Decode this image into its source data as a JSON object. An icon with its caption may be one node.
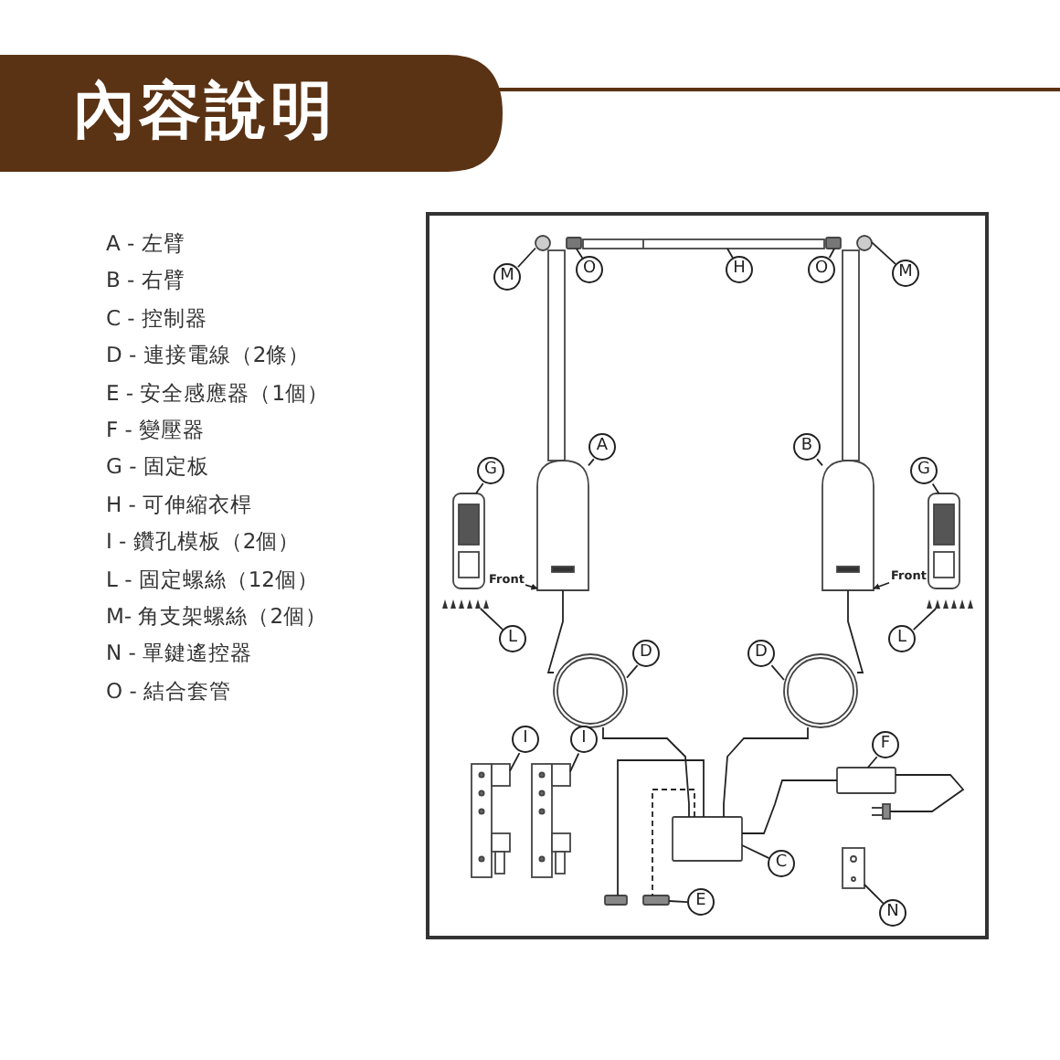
{
  "diagram": {
    "title": "內容說明",
    "nodes": [
      {
        "text": [
          "M"
        ]
      },
      {
        "text": [
          "O"
        ]
      },
      {
        "text": [
          "H"
        ]
      },
      {
        "text": [
          "O"
        ]
      },
      {
        "text": [
          "M"
        ]
      },
      {
        "text": [
          "A"
        ]
      },
      {
        "text": [
          "G"
        ]
      },
      {
        "text": [
          "B"
        ]
      },
      {
        "text": [
          "G"
        ]
      },
      {
        "text": [
          "Front"
        ]
      },
      {
        "text": [
          "Front"
        ]
      },
      {
        "text": [
          "L"
        ]
      },
      {
        "text": [
          "L"
        ]
      },
      {
        "text": [
          "D"
        ]
      },
      {
        "text": [
          "D"
        ]
      },
      {
        "text": [
          "I"
        ]
      },
      {
        "text": [
          "I"
        ]
      },
      {
        "text": [
          "F"
        ]
      },
      {
        "text": [
          "C"
        ]
      },
      {
        "text": [
          "E"
        ]
      },
      {
        "text": [
          "N"
        ]
      },
      {
        "text": [],
        "shape": "circle"
      },
      {
        "text": [],
        "shape": "box"
      },
      {
        "text": [],
        "shape": "bar"
      },
      {
        "text": [],
        "shape": "box"
      },
      {
        "text": [],
        "shape": "circle"
      },
      {
        "text": [],
        "shape": "picture"
      },
      {
        "text": [],
        "shape": "picture"
      },
      {
        "text": [],
        "shape": "picture"
      },
      {
        "text": [],
        "shape": "picture"
      },
      {
        "text": [],
        "shape": "picture"
      },
      {
        "text": [],
        "shape": "picture"
      },
      {
        "text": [],
        "shape": "picture"
      },
      {
        "text": [],
        "shape": "picture"
      },
      {
        "text": [],
        "shape": "picture"
      },
      {
        "text": [],
        "shape": "picture"
      },
      {
        "text": [],
        "shape": "box"
      },
      {
        "text": [],
        "shape": "box"
      },
      {
        "text": [],
        "shape": "box"
      },
      {
        "text": [],
        "shape": "picture"
      },
      {
        "text": [],
        "shape": "box"
      },
      {
        "text": [],
        "shape": "picture"
      }
    ],
    "edges": [
      {
        "from": 0,
        "to": 21,
        "arrow": "none"
      },
      {
        "from": 1,
        "to": 22,
        "arrow": "none"
      },
      {
        "from": 2,
        "to": 23,
        "arrow": "none"
      },
      {
        "from": 3,
        "to": 24,
        "arrow": "none"
      },
      {
        "from": 4,
        "to": 25,
        "arrow": "none"
      },
      {
        "from": 5,
        "to": 26,
        "arrow": "none"
      },
      {
        "from": 6,
        "to": 27,
        "arrow": "none"
      },
      {
        "from": 7,
        "to": 28,
        "arrow": "none"
      },
      {
        "from": 8,
        "to": 29,
        "arrow": "none"
      },
      {
        "from": 9,
        "to": 26,
        "arrow": "to"
      },
      {
        "from": 10,
        "to": 28,
        "arrow": "to"
      },
      {
        "from": 11,
        "to": 30,
        "arrow": "none"
      },
      {
        "from": 12,
        "to": 31,
        "arrow": "none"
      },
      {
        "from": 13,
        "to": 32,
        "arrow": "none"
      },
      {
        "from": 14,
        "to": 33,
        "arrow": "none"
      },
      {
        "from": 15,
        "to": 34,
        "arrow": "none"
      },
      {
        "from": 16,
        "to": 35,
        "arrow": "none"
      },
      {
        "from": 17,
        "to": 36,
        "arrow": "none"
      },
      {
        "from": 18,
        "to": 37,
        "arrow": "none"
      },
      {
        "from": 19,
        "to": 38,
        "arrow": "none"
      },
      {
        "from": 20,
        "to": 39,
        "arrow": "none"
      },
      {
        "from": 26,
        "to": 32,
        "arrow": "none"
      },
      {
        "from": 32,
        "to": 37,
        "arrow": "none"
      },
      {
        "from": 28,
        "to": 33,
        "arrow": "none"
      },
      {
        "from": 33,
        "to": 37,
        "arrow": "none"
      },
      {
        "from": 36,
        "to": 37,
        "arrow": "none"
      },
      {
        "from": 36,
        "to": 41,
        "arrow": "none"
      },
      {
        "from": 37,
        "to": 38,
        "arrow": "none",
        "style": "dashed"
      },
      {
        "from": 37,
        "to": 40,
        "arrow": "none"
      }
    ],
    "labels": [
      "A - 左臂",
      "B - 右臂",
      "C - 控制器",
      "D - 連接電線（2條）",
      "E - 安全感應器（1個）",
      "F - 變壓器",
      "G - 固定板",
      "H - 可伸縮衣桿",
      "I - 鑽孔模板（2個）",
      "L - 固定螺絲（12個）",
      "M- 角支架螺絲（2個）",
      "N - 單鍵遙控器",
      "O - 結合套管"
    ]
  }
}
